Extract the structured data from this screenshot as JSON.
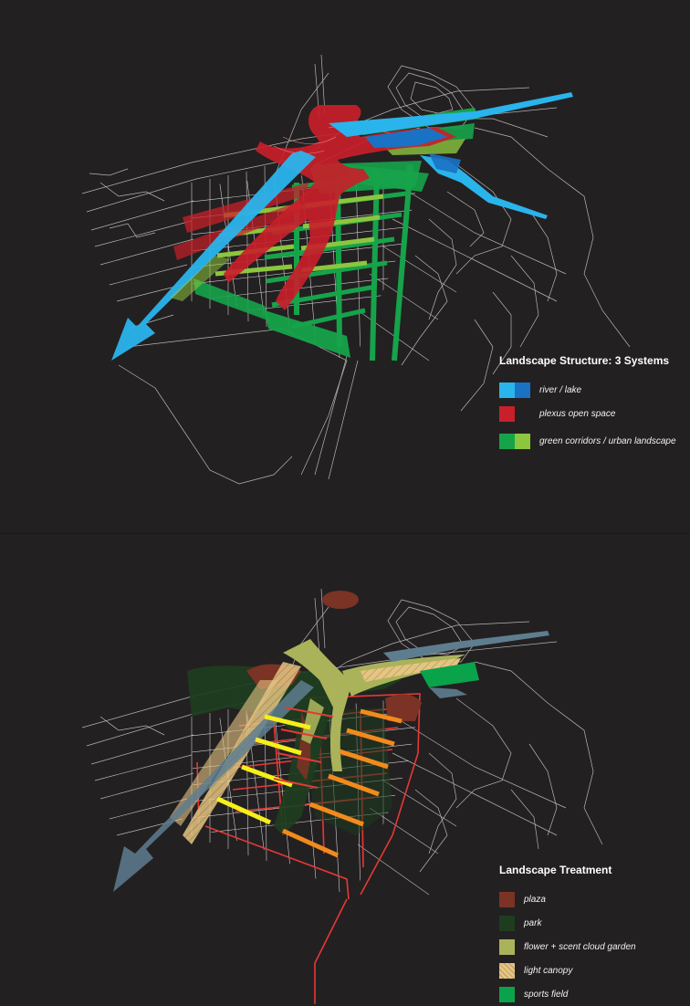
{
  "colors": {
    "background": "#232021",
    "linework": "#d8d8d8",
    "river_light": "#2ab4ec",
    "river_dark": "#1a72c4",
    "plexus_red": "#c8202a",
    "green_dark": "#16a34a",
    "green_light": "#8cc63f",
    "plaza": "#7a3325",
    "park": "#1e3d1f",
    "flower_garden": "#aab35a",
    "light_canopy": "#e5c583",
    "sports_field": "#0aa34c",
    "yellow_path": "#f5ef1a",
    "orange_path": "#f28a1c",
    "red_outline": "#e53935",
    "blue_grey_arrow": "#5e7e90"
  },
  "structure_legend": {
    "title": "Landscape Structure: 3 Systems",
    "items": [
      {
        "label": "river / lake",
        "swatch": [
          "#2ab4ec",
          "#1a72c4"
        ]
      },
      {
        "label": "plexus open space",
        "swatch": [
          "#c8202a"
        ]
      },
      {
        "label": "green corridors / urban landscape",
        "swatch": [
          "#16a34a",
          "#8cc63f"
        ]
      }
    ]
  },
  "treatment_legend": {
    "title": "Landscape Treatment",
    "items": [
      {
        "label": "plaza",
        "swatch": [
          "#7a3325"
        ]
      },
      {
        "label": "park",
        "swatch": [
          "#1e3d1f"
        ]
      },
      {
        "label": "flower + scent cloud garden",
        "swatch": [
          "#aab35a"
        ]
      },
      {
        "label": "light canopy",
        "swatch": [
          "#e5c583"
        ]
      },
      {
        "label": "sports field",
        "swatch": [
          "#0aa34c"
        ]
      }
    ]
  }
}
